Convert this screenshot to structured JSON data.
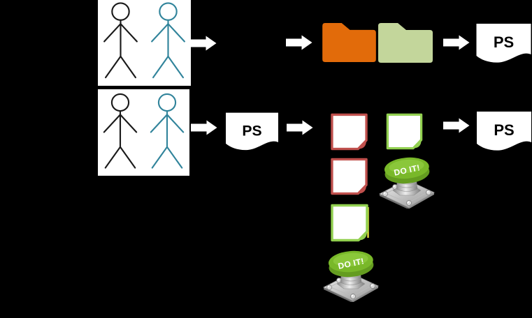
{
  "background_color": "#000000",
  "labels": {
    "ps_document": "PS",
    "do_it_button": "DO IT!"
  },
  "colors": {
    "actor_box_fill": "#FFFFFF",
    "actor_black": "#1A1A1A",
    "actor_teal": "#31849B",
    "arrow": "#FFFFFF",
    "folder_orange": "#E26B0A",
    "folder_green": "#C3D69B",
    "document_fill": "#FFFFFF",
    "document_text": "#000000",
    "note_fill": "#FFFFFF",
    "note_red": "#C0504D",
    "note_green": "#92D050",
    "note_yellow_edge": "#E5E33C",
    "button_cap": "#79B829",
    "button_cap_highlight": "#90CC40",
    "button_cap_side": "#649C20",
    "button_text": "#FFFFFF"
  },
  "icons": {
    "actor_boxes": "stick-figure-pair",
    "folders": "folder",
    "documents": "wave-bottom-document",
    "notes": "sticky-note",
    "buttons": "push-button"
  },
  "structure": {
    "row1": [
      "actor-pair-box",
      "arrow",
      "arrow",
      "orange-folder",
      "green-folder",
      "arrow",
      "ps-document"
    ],
    "row2": [
      "actor-pair-box",
      "arrow",
      "ps-document",
      "arrow",
      "red-note",
      "green-note",
      "arrow",
      "ps-document"
    ],
    "column": [
      "red-note",
      "do-it-button",
      "green-note",
      "do-it-button"
    ]
  }
}
